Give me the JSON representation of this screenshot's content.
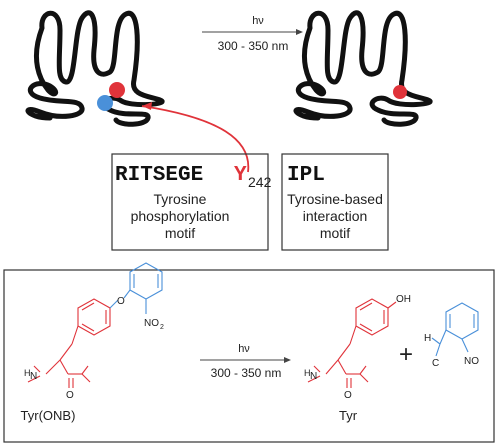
{
  "top": {
    "arrow_top": "hν",
    "arrow_bottom": "300 - 350 nm",
    "sequence_left": "RITSEGE",
    "sequence_y": "Y",
    "sequence_sub": "242",
    "sequence_right": "IPL",
    "box_left_line1": "Tyrosine",
    "box_left_line2": "phosphorylation",
    "box_left_line3": "motif",
    "box_right_line1": "Tyrosine-based",
    "box_right_line2": "interaction",
    "box_right_line3": "motif"
  },
  "bottom": {
    "arrow_top": "hν",
    "arrow_bottom": "300 - 350 nm",
    "plus": "+",
    "label_left": "Tyr(ONB)",
    "label_right": "Tyr",
    "oh": "OH",
    "no2_left": "NO",
    "no2_left_sub": "2",
    "no_right": "NO",
    "o_ether": "O",
    "h_atom": "H",
    "c_atom": "C",
    "n_left": "N",
    "h_left": "H",
    "n_right": "N",
    "h_right": "H",
    "o_left": "O",
    "o_right": "O"
  },
  "colors": {
    "red": "#e0333a",
    "blue": "#4a90d9",
    "black": "#111111",
    "box": "#333333"
  }
}
